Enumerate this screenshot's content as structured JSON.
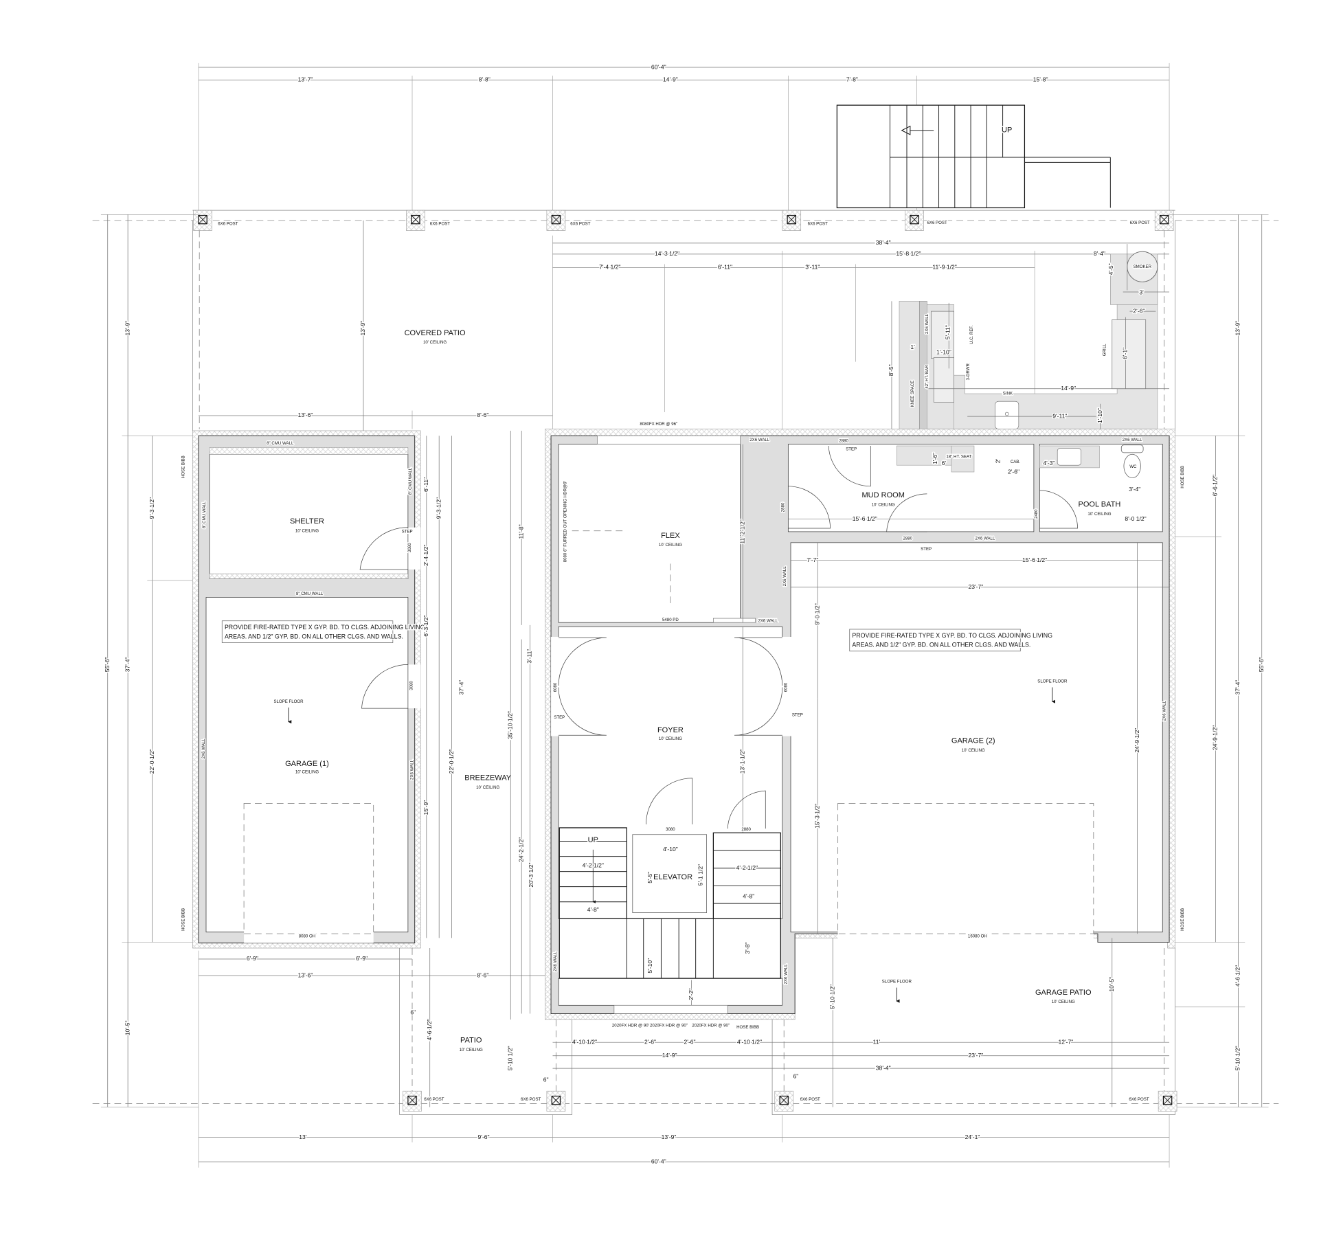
{
  "top_dims": {
    "overall": "60'-4\"",
    "segments": [
      "13'-7\"",
      "8'-8\"",
      "14'-9\"",
      "7'-8\"",
      "15'-8\""
    ]
  },
  "bottom_dims": {
    "overall": "60'-4\"",
    "segments": [
      "13'",
      "9'-6\"",
      "13'-9\"",
      "24'-1\""
    ]
  },
  "left_dims": {
    "overall": "55'-6\"",
    "segments": [
      "13'-9\"",
      "37'-4\"",
      "10'-5\""
    ],
    "inner": [
      "9'-3 1/2\"",
      "22'-0 1/2\""
    ]
  },
  "right_dims": {
    "overall": "55'-6\"",
    "segments": [
      "13'-9\"",
      "37'-4\"",
      "4'-6 1/2\"",
      "5'-10 1/2\""
    ],
    "inner": [
      "6'-6 1/2\"",
      "24'-9 1/2\""
    ]
  },
  "common": {
    "ceiling": "10' CEILING",
    "post": "6X6 POST",
    "hose_bibb": "HOSE BIBB",
    "step": "STEP",
    "wall_2x6": "2X6 WALL",
    "wall_cmu": "8\" CMU WALL",
    "slope_floor": "SLOPE FLOOR",
    "up": "UP",
    "window_hdr": "2020FX HDR @ 90\""
  },
  "covered_patio": {
    "name": "COVERED PATIO",
    "dims": [
      "13'-9\"",
      "13'-6\"",
      "8'-6\""
    ]
  },
  "upper_dims": {
    "total": "38'-4\"",
    "row1": [
      "14'-3 1/2\"",
      "15'-8 1/2\"",
      "8'-4\""
    ],
    "row2": [
      "7'-4 1/2\"",
      "6'-11\"",
      "3'-11\"",
      "11'-9 1/2\""
    ]
  },
  "outdoor_kitchen": {
    "smoker": "SMOKER",
    "grill": "GRILL",
    "sink": "SINK",
    "ref": "U.C. REF.",
    "drawers": "3-DRWR",
    "bar": "42\" HT. BAR",
    "knee": "KNEE SPACE",
    "dims": [
      "4'-5\"",
      "3'",
      "2'-6\"",
      "6'-1\"",
      "5'-11\"",
      "1'",
      "1'-10\"",
      "8'-5\"",
      "14'-9\"",
      "9'-11\"",
      "1'-10\""
    ]
  },
  "shelter": {
    "name": "SHELTER",
    "door": "3080"
  },
  "garage1": {
    "name": "GARAGE (1)",
    "door": "3080",
    "overhead": "8080 OH",
    "dims": [
      "6'-11\"",
      "2'-4 1/2\"",
      "6'-3 1/2\"",
      "15'-9\"",
      "9'-3 1/2\"",
      "22'-0 1/2\"",
      "37'-4\"",
      "6'-9\"",
      "6'-9\"",
      "13'-6\"",
      "8'-6\""
    ]
  },
  "fire_note": [
    "PROVIDE FIRE-RATED TYPE X GYP. BD. TO CLGS. ADJOINING LIVING",
    "AREAS. AND 1/2\" GYP. BD. ON ALL OTHER CLGS. AND WALLS."
  ],
  "breezeway": {
    "name": "BREEZEWAY"
  },
  "flex": {
    "name": "FLEX",
    "opening": "8080 6\" FURRED OUT OPENING HDR@9'",
    "window": "8080FX HDR @ 96\"",
    "door": "5480 PD",
    "dims": [
      "11'-2 1/2\""
    ]
  },
  "foyer": {
    "name": "FOYER",
    "door_left": "6080",
    "door_right": "6080",
    "dims": [
      "11'-8\"",
      "3'-11\"",
      "35'-10 1/2\"",
      "24'-2 1/2\"",
      "20'-3 1/2\"",
      "13'-1 1/2\""
    ]
  },
  "elevator": {
    "name": "ELEVATOR",
    "door": "3080",
    "dims": [
      "4'-10\"",
      "5'-5\"",
      "5'-1 1/2\""
    ]
  },
  "stairs": {
    "door": "2880",
    "dims": [
      "4'-2 1/2\"",
      "4'-8\"",
      "4'-2 1/2\"",
      "4'-8\"",
      "5'-10\"",
      "3'-8\"",
      "2'-2\""
    ]
  },
  "mud_room": {
    "name": "MUD ROOM",
    "doors": [
      "2880",
      "2880",
      "2880"
    ],
    "seat": "18\" HT. SEAT",
    "cab": "CAB.",
    "dims": [
      "15'-6 1/2\"",
      "1'-6\"",
      "6'",
      "2'",
      "2'-6\""
    ]
  },
  "pool_bath": {
    "name": "POOL BATH",
    "door": "2480",
    "wc": "WC",
    "dims": [
      "4'-3\"",
      "3'-4\"",
      "8'-0 1/2\""
    ]
  },
  "garage2": {
    "name": "GARAGE (2)",
    "overhead": "16080 OH",
    "dims": [
      "7'-7\"",
      "15'-6 1/2\"",
      "23'-7\"",
      "9'-0 1/2\"",
      "15'-3 1/2\"",
      "24'-9 1/2\""
    ]
  },
  "garage_patio": {
    "name": "GARAGE PATIO",
    "dims": [
      "10'-5\"",
      "5'-10 1/2\"",
      "6\""
    ]
  },
  "patio": {
    "name": "PATIO",
    "dims": [
      "4'-6 1/2\"",
      "6\"",
      "5'-10 1/2\"",
      "6\""
    ]
  },
  "lower_dims": {
    "row1": [
      "4'-10 1/2\"",
      "2'-6\"",
      "2'-6\"",
      "4'-10 1/2\"",
      "11'",
      "12'-7\""
    ],
    "row2": [
      "14'-9\"",
      "23'-7\""
    ],
    "row3": "38'-4\""
  }
}
